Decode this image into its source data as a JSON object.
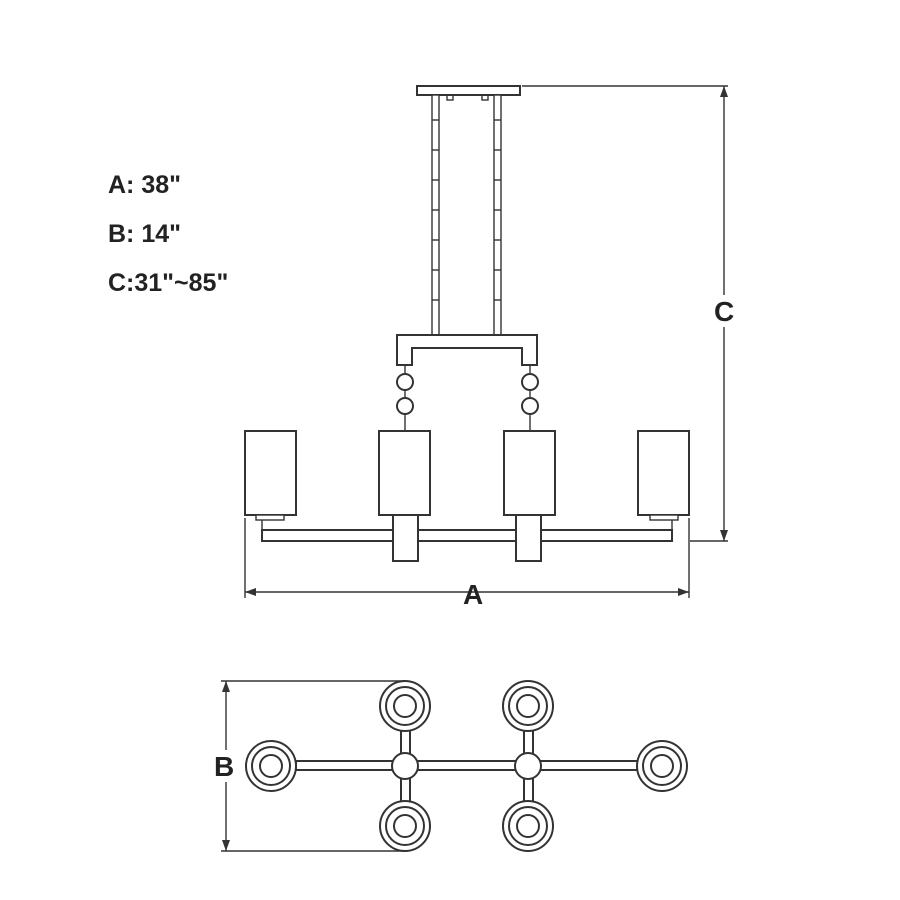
{
  "specs": [
    {
      "text": "A: 38\""
    },
    {
      "text": "B: 14\""
    },
    {
      "text": "C:31\"~85\""
    }
  ],
  "dimensions": {
    "a_label": "A",
    "b_label": "B",
    "c_label": "C"
  }
}
